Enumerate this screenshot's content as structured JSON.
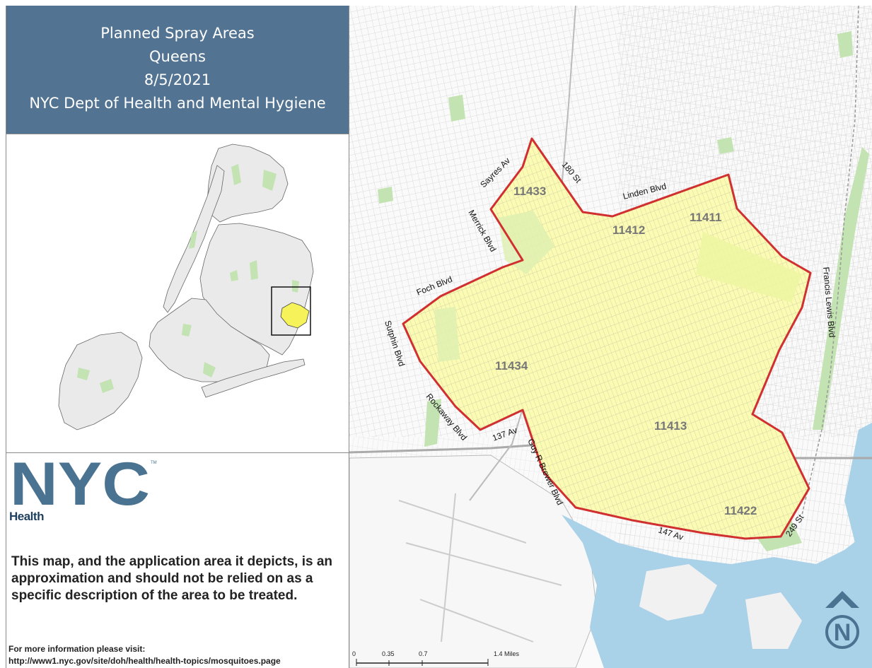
{
  "title": {
    "line1": "Planned Spray Areas",
    "line2": "Queens",
    "line3": "8/5/2021",
    "line4": "NYC Dept of Health and Mental Hygiene"
  },
  "logo": {
    "text": "NYC",
    "subtitle": "Health",
    "trademark": "TM"
  },
  "disclaimer": "This map, and the application area it depicts, is an approximation and should not be relied on as a specific description of the area to be treated.",
  "info": {
    "label": "For more information please visit:",
    "url": "http://www1.nyc.gov/site/doh/health/health-topics/mosquitoes.page"
  },
  "zip_codes": [
    "11433",
    "11412",
    "11411",
    "11434",
    "11413",
    "11422"
  ],
  "streets": {
    "sayres": "Sayres Av",
    "s180": "180 St",
    "linden": "Linden Blvd",
    "merrick": "Merrick Blvd",
    "foch": "Foch Blvd",
    "sutphin": "Sutphin Blvd",
    "rockaway": "Rockaway Blvd",
    "s137": "137 Av",
    "guy": "Guy R Brewer Blvd",
    "s147": "147 Av",
    "s249": "249 St",
    "francis": "Francis Lewis Blvd"
  },
  "scale_bar": {
    "ticks": [
      "0",
      "0.35",
      "0.7",
      "1.4 Miles"
    ]
  },
  "north_arrow": {
    "letter": "N"
  },
  "colors": {
    "title_bg": "#527391",
    "spray_fill": "#fbfbb4",
    "spray_outline": "#d03030",
    "water": "#a9d1e8",
    "park": "#c3e3b2",
    "logo": "#4a7391"
  }
}
